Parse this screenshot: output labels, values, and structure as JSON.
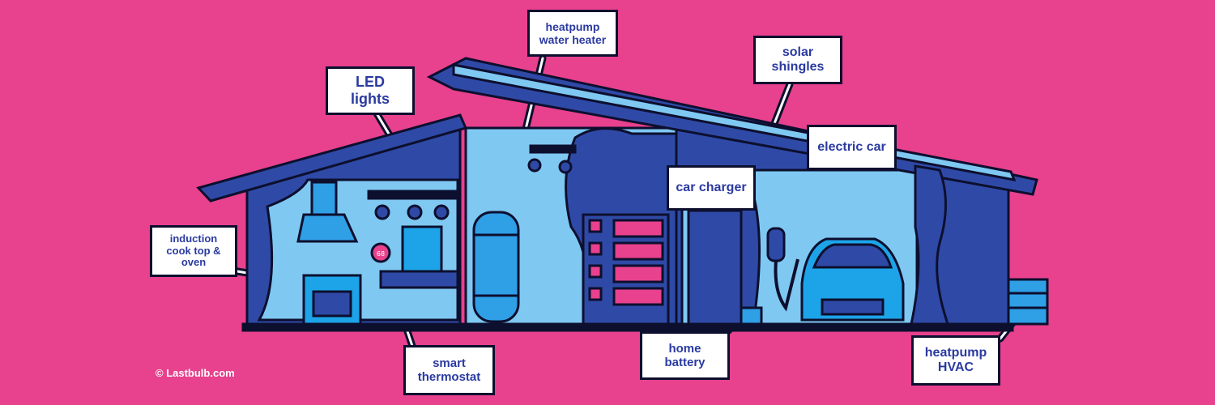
{
  "labels": {
    "heatpump_water_heater": "heatpump\nwater heater",
    "solar_shingles": "solar\nshingles",
    "led_lights": "LED\nlights",
    "electric_car": "electric car",
    "car_charger": "car charger",
    "induction": "induction\ncook top &\noven",
    "smart_thermostat": "smart\nthermostat",
    "home_battery": "home\nbattery",
    "heatpump_hvac": "heatpump\nHVAC"
  },
  "thermostat_display": "68",
  "copyright": "© Lastbulb.com",
  "colors": {
    "background": "#e8418d",
    "outline": "#0d0f2e",
    "wall_dark": "#2f4aa6",
    "wall_light": "#7fc8f2",
    "accent_blue": "#1da4e8",
    "label_text": "#2a3aa0",
    "battery_red": "#e8418d"
  }
}
